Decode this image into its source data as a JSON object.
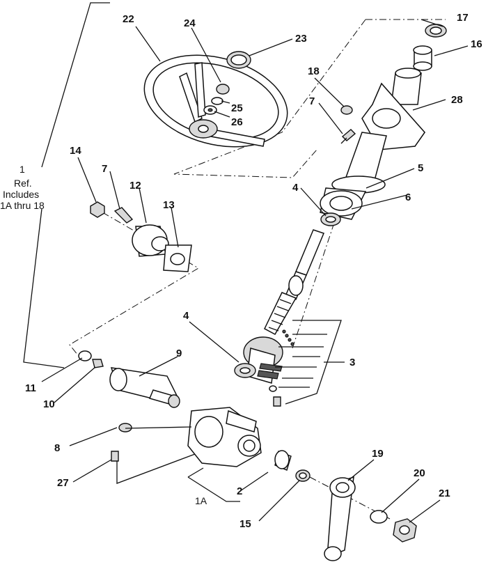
{
  "callouts": {
    "c1": "1",
    "c1_note_line1": "Ref.",
    "c1_note_line2": "Includes",
    "c1_note_line3": "1A thru 18",
    "c1a": "1A",
    "c2": "2",
    "c3": "3",
    "c4_upper": "4",
    "c4_lower": "4",
    "c5": "5",
    "c6": "6",
    "c7_left": "7",
    "c7_right": "7",
    "c8": "8",
    "c9": "9",
    "c10": "10",
    "c11": "11",
    "c12": "12",
    "c13": "13",
    "c14": "14",
    "c15": "15",
    "c16": "16",
    "c17": "17",
    "c18": "18",
    "c19": "19",
    "c20": "20",
    "c21": "21",
    "c22": "22",
    "c23": "23",
    "c24": "24",
    "c25": "25",
    "c26": "26",
    "c27": "27",
    "c28": "28"
  }
}
